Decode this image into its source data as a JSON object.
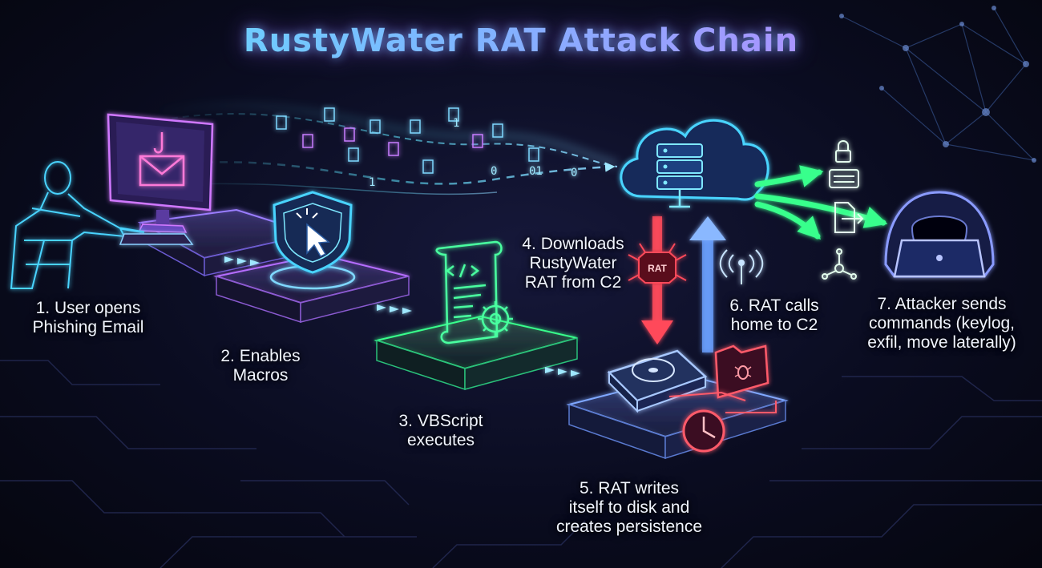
{
  "title": "RustyWater RAT Attack Chain",
  "steps": [
    {
      "lines": [
        "1. User opens",
        "Phishing Email"
      ],
      "icon": "phishing-email-icon"
    },
    {
      "lines": [
        "2. Enables",
        "Macros"
      ],
      "icon": "shield-cursor-icon"
    },
    {
      "lines": [
        "3. VBScript",
        "executes"
      ],
      "icon": "script-gear-icon"
    },
    {
      "lines": [
        "4. Downloads",
        "RustyWater",
        "RAT from C2"
      ],
      "icon": "cloud-server-icon"
    },
    {
      "lines": [
        "5. RAT writes",
        "itself to disk and",
        "creates persistence"
      ],
      "icon": "hard-drive-icon"
    },
    {
      "lines": [
        "6. RAT calls",
        "home to C2"
      ],
      "icon": "antenna-icon"
    },
    {
      "lines": [
        "7. Attacker sends",
        "commands (keylog,",
        "exfil, move laterally)"
      ],
      "icon": "hooded-attacker-icon"
    }
  ],
  "badges": {
    "rat": "RAT"
  },
  "binary_fragments": [
    "1",
    "0",
    "01",
    "0",
    "1"
  ],
  "colors": {
    "cyan": "#38e1ff",
    "purple": "#b061ff",
    "green": "#39ff8c",
    "red": "#ff3b4e",
    "blue": "#4b8dff"
  }
}
